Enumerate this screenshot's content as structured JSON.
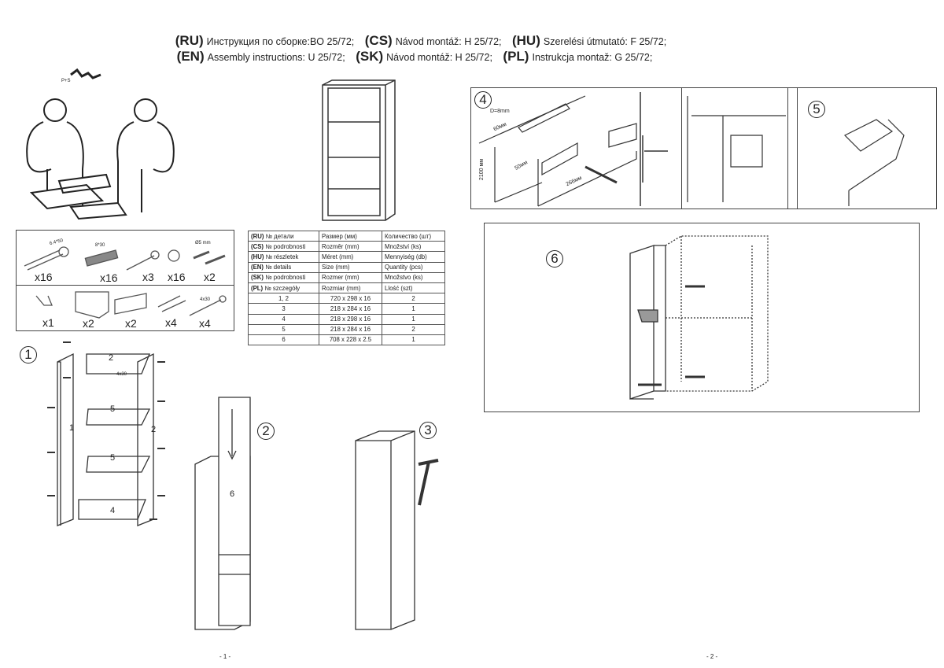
{
  "header": {
    "line1": [
      {
        "code": "(RU)",
        "text": "Инструкция по сборке:BO 25/72;"
      },
      {
        "code": "(CS)",
        "text": "Návod montáž: H 25/72;"
      },
      {
        "code": "(HU)",
        "text": "Szerelési útmutató: F 25/72;"
      }
    ],
    "line2": [
      {
        "code": "(EN)",
        "text": "Assembly instructions: U 25/72;"
      },
      {
        "code": "(SK)",
        "text": "Návod montáž: H 25/72;"
      },
      {
        "code": "(PL)",
        "text": "Instrukcja montaž: G 25/72;"
      }
    ]
  },
  "parts": {
    "row1": [
      {
        "label": "6.4*50",
        "qty": "x16"
      },
      {
        "label": "8*30",
        "qty": "x16"
      },
      {
        "label": "",
        "qty": "x3"
      },
      {
        "label": "",
        "qty": "x16"
      },
      {
        "label": "Ø5 mm",
        "qty": "x2"
      }
    ],
    "row2": [
      {
        "label": "",
        "qty": "x1"
      },
      {
        "label": "",
        "qty": "x2"
      },
      {
        "label": "",
        "qty": "x2"
      },
      {
        "label": "",
        "qty": "x4"
      },
      {
        "label": "4x30",
        "qty": "x4"
      }
    ]
  },
  "table": {
    "headers": [
      [
        "(RU)",
        "№ детали",
        "Размер (мм)",
        "Количество (шт)"
      ],
      [
        "(CS)",
        "№ podrobnosti",
        "Rozměr (mm)",
        "Množství (ks)"
      ],
      [
        "(HU)",
        "№ részletek",
        "Méret (mm)",
        "Mennyiség (db)"
      ],
      [
        "(EN)",
        "№ details",
        "Size (mm)",
        "Quantity (pcs)"
      ],
      [
        "(SK)",
        "№ podrobnosti",
        "Rozmer (mm)",
        "Množstvo (ks)"
      ],
      [
        "(PL)",
        "№ szczegóły",
        "Rozmiar (mm)",
        "Llość (szt)"
      ]
    ],
    "rows": [
      [
        "1, 2",
        "720 x 298 x 16",
        "2"
      ],
      [
        "3",
        "218 x 284 x 16",
        "1"
      ],
      [
        "4",
        "218 x 298 x 16",
        "1"
      ],
      [
        "5",
        "218 x 284 x 16",
        "2"
      ],
      [
        "6",
        "708 x 228 x 2.5",
        "1"
      ]
    ]
  },
  "steps": {
    "s1": "1",
    "s2": "2",
    "s3": "3",
    "s4": "4",
    "s5": "5",
    "s6": "6"
  },
  "step1_labels": {
    "p1": "1",
    "p2": "2",
    "top": "2",
    "shelf1": "5",
    "shelf2": "5",
    "bottom": "4",
    "screw": "4x30"
  },
  "step2_labels": {
    "back": "6"
  },
  "step4_labels": {
    "diameter": "D=8mm",
    "dist60": "60мм",
    "dist50": "50мм",
    "height": "2100 мм",
    "width": "266мм"
  },
  "tools_label": "P+S",
  "pages": {
    "p1": "- 1 -",
    "p2": "- 2 -"
  }
}
